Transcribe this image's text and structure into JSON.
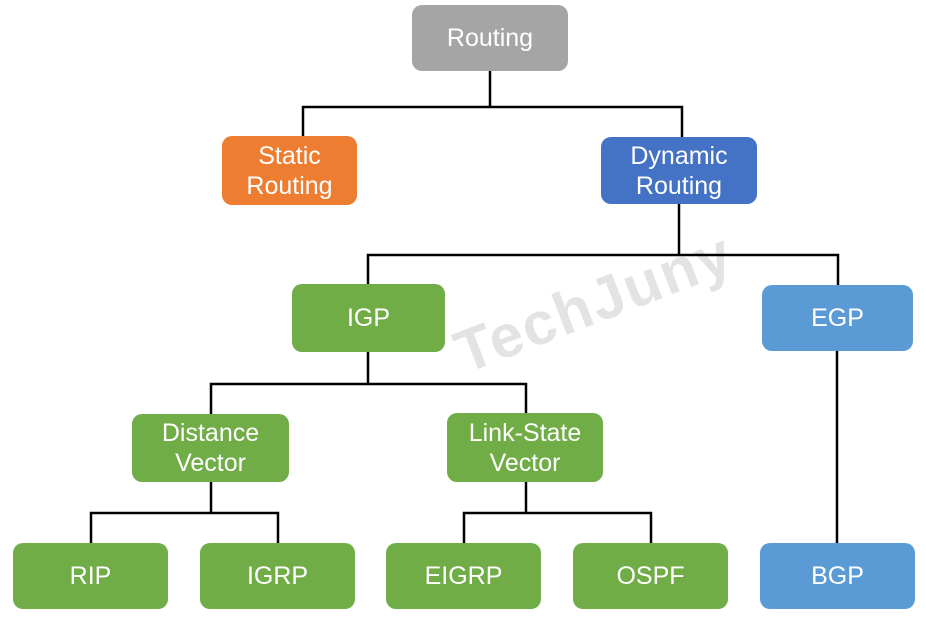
{
  "watermark": {
    "text": "TechJuny",
    "color": "#E3E3E3"
  },
  "colors": {
    "background": "#FFFFFF",
    "connector_line": "#000000",
    "node_text": "#FFFFFF",
    "routing_gray": "#A5A5A5",
    "static_orange": "#ED7D31",
    "dynamic_blue": "#4472C4",
    "igp_green": "#70AD47",
    "egp_light_blue": "#5B9BD5"
  },
  "nodes": {
    "routing": {
      "label": "Routing",
      "color": "#A5A5A5"
    },
    "static_routing": {
      "label": "Static Routing",
      "color": "#ED7D31"
    },
    "dynamic_routing": {
      "label": "Dynamic Routing",
      "color": "#4472C4"
    },
    "igp": {
      "label": "IGP",
      "color": "#70AD47"
    },
    "egp": {
      "label": "EGP",
      "color": "#5B9BD5"
    },
    "distance_vector": {
      "label": "Distance Vector",
      "color": "#70AD47"
    },
    "link_state_vector": {
      "label": "Link-State Vector",
      "color": "#70AD47"
    },
    "rip": {
      "label": "RIP",
      "color": "#70AD47"
    },
    "igrp": {
      "label": "IGRP",
      "color": "#70AD47"
    },
    "eigrp": {
      "label": "EIGRP",
      "color": "#70AD47"
    },
    "ospf": {
      "label": "OSPF",
      "color": "#70AD47"
    },
    "bgp": {
      "label": "BGP",
      "color": "#5B9BD5"
    }
  },
  "hierarchy": {
    "Routing": [
      "Static Routing",
      "Dynamic Routing"
    ],
    "Dynamic Routing": [
      "IGP",
      "EGP"
    ],
    "IGP": [
      "Distance Vector",
      "Link-State Vector"
    ],
    "Distance Vector": [
      "RIP",
      "IGRP"
    ],
    "Link-State Vector": [
      "EIGRP",
      "OSPF"
    ],
    "EGP": [
      "BGP"
    ]
  }
}
